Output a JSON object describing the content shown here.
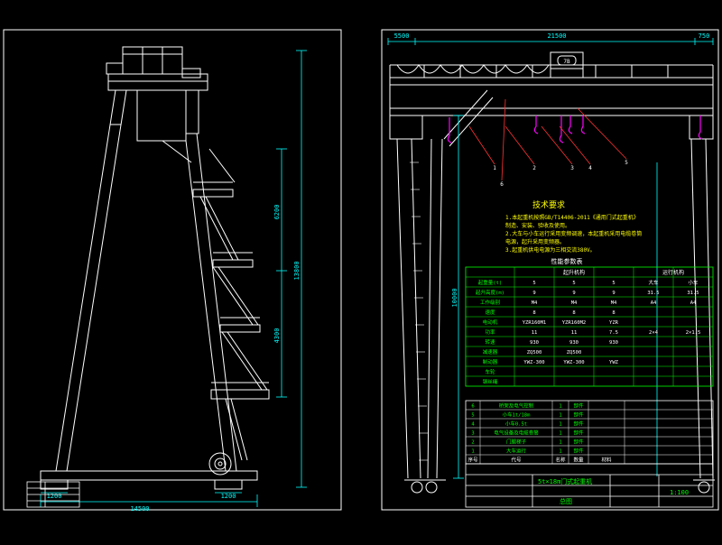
{
  "colors": {
    "background": "#000000",
    "frame": "#ffffff",
    "structure": "#ffffff",
    "dimension": "#00ffff",
    "table": "#00ff00",
    "notes": "#ffff00",
    "leader": "#ff3333",
    "hoist": "#ff00ff"
  },
  "side_view": {
    "dimensions": {
      "bottom_width": "14500",
      "bottom_left": "1200",
      "bottom_right": "1200",
      "overall_height": "13800",
      "tier_1": "6200",
      "tier_2": "4300"
    }
  },
  "front_view": {
    "dimensions": {
      "span": "21500",
      "left_cantilever": "5500",
      "right_cantilever": "750",
      "leg_height": "10000"
    },
    "leaders": [
      "1",
      "2",
      "3",
      "4",
      "5",
      "6"
    ],
    "trolley_label": "7B"
  },
  "technical_notes": {
    "title": "技术要求",
    "lines": [
      "1.本起重机按照GB/T14406-2011《通用门式起重机》",
      "   制造、安装、验收及使用。",
      "2.大车与小车运行采用变频调速，本起重机采用电缆卷筒",
      "   电源，起升采用变频器。",
      "3.起重机供电电源为三相交流380V。"
    ]
  },
  "parameter_table": {
    "title": "性能参数表",
    "headers": [
      "起升机构",
      "运行机构"
    ],
    "rows": [
      [
        "起重量(t)",
        "5",
        "5",
        "5",
        "大车",
        "小车"
      ],
      [
        "起升高度(m)",
        "9",
        "9",
        "9",
        "31.5",
        "31.5"
      ],
      [
        "工作级别",
        "M4",
        "M4",
        "M4",
        "A4",
        "A4"
      ],
      [
        "速度",
        "8",
        "8",
        "8",
        "",
        ""
      ],
      [
        "电动机",
        "YZR160M1",
        "YZR160M2",
        "YZR",
        "",
        ""
      ],
      [
        "功率",
        "11",
        "11",
        "7.5",
        "2×4",
        "2×1.5"
      ],
      [
        "转速",
        "930",
        "930",
        "930",
        "",
        ""
      ],
      [
        "减速器",
        "ZQ500",
        "ZQ500",
        "",
        "",
        ""
      ],
      [
        "制动器",
        "YWZ-300",
        "YWZ-300",
        "YWZ",
        "",
        ""
      ],
      [
        "车轮",
        "",
        "",
        "",
        "",
        ""
      ],
      [
        "钢丝绳",
        "",
        "",
        "",
        "",
        ""
      ]
    ]
  },
  "parts_list": {
    "rows": [
      [
        "6",
        "桥架及电气控制",
        "1",
        "部件"
      ],
      [
        "5",
        "小车1t/18m",
        "1",
        "部件"
      ],
      [
        "4",
        "小车0.5t",
        "1",
        "部件"
      ],
      [
        "3",
        "电气设备及电缆卷筒",
        "1",
        "部件"
      ],
      [
        "2",
        "门腿梯子",
        "1",
        "部件"
      ],
      [
        "1",
        "大车运行",
        "1",
        "部件"
      ]
    ],
    "header": [
      "序号",
      "代号",
      "名称",
      "数量",
      "材料"
    ]
  },
  "title_block": {
    "name": "5t×18m门式起重机",
    "drawing": "总图",
    "scale": "1:100"
  }
}
